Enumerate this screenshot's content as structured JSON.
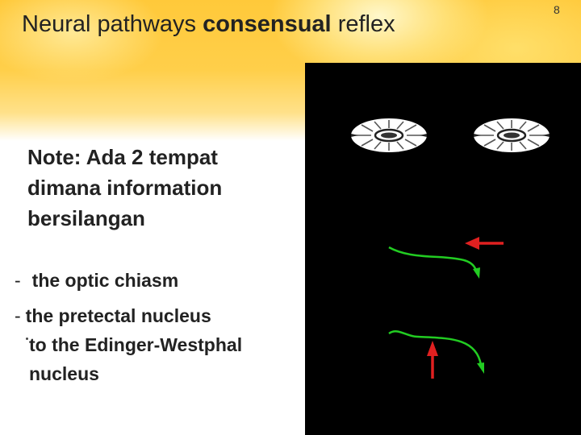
{
  "slide": {
    "title_prefix": "Neural pathways",
    "title_bold": "consensual",
    "title_suffix": "reflex",
    "page_number": "8"
  },
  "note": {
    "text": "Note: Ada 2 tempat dimana information bersilangan"
  },
  "bullets": {
    "item1": "the optic chiasm",
    "item2_line1": "the pretectal nucleus",
    "item2_line2": "to the Edinger-Westphal nucleus",
    "dash": "-"
  },
  "diagram": {
    "colors": {
      "background": "#000000",
      "eye": "#ffffff",
      "pathway": "#22cc22",
      "arrow": "#e02020"
    }
  }
}
